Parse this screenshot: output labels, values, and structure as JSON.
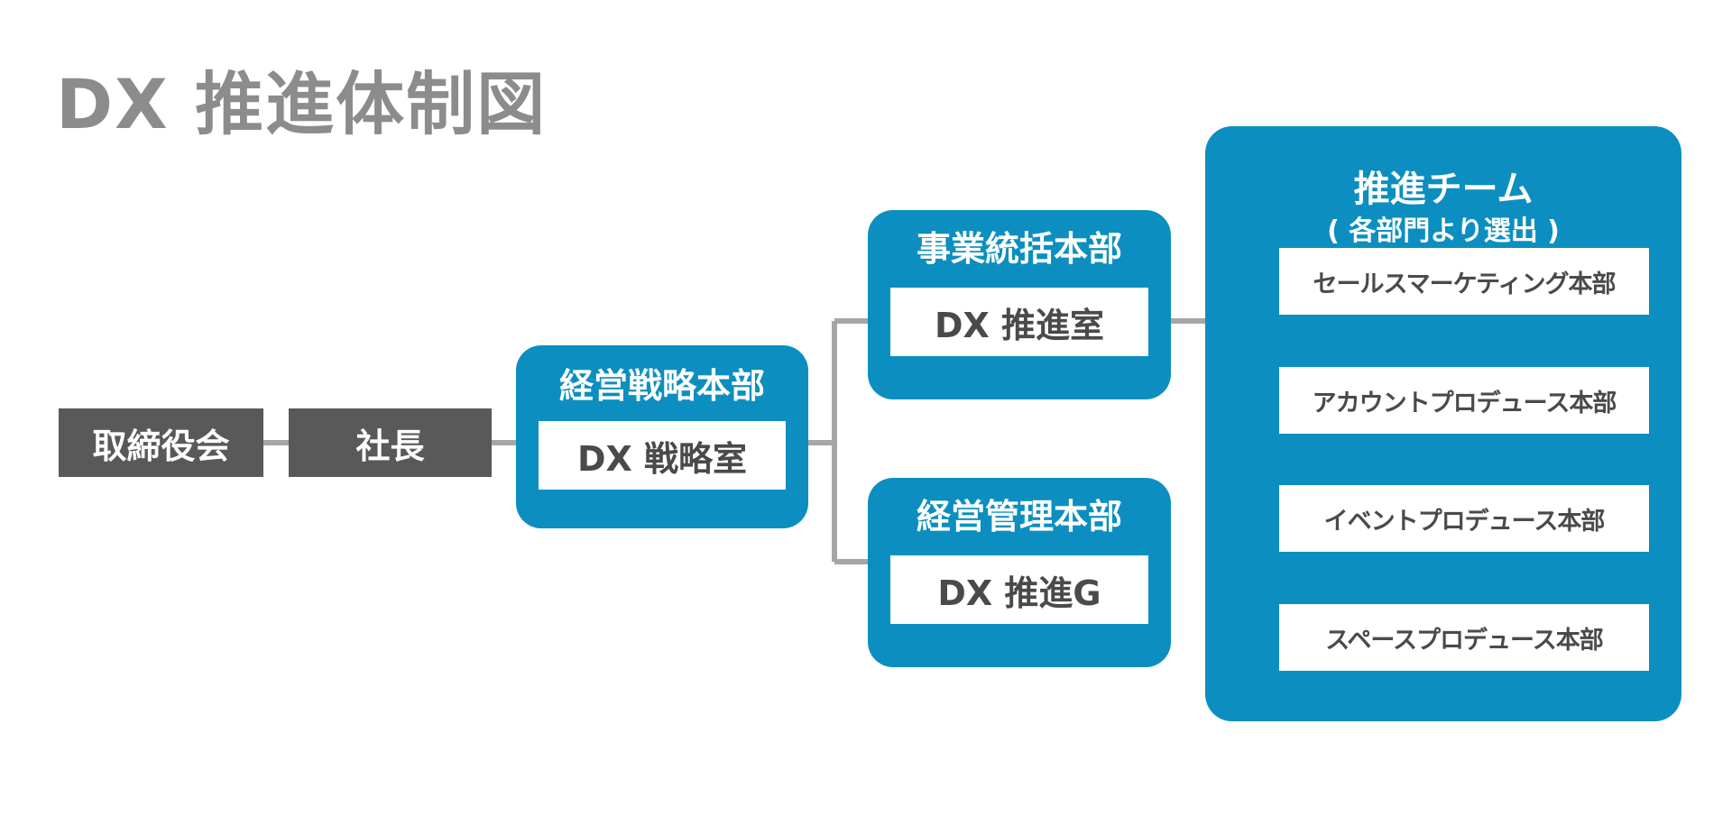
{
  "title": "DX 推進体制図",
  "colors": {
    "accent": "#0c8fc0",
    "gray_box": "#595959",
    "title": "#8c8c8c",
    "line": "#a6a6a6"
  },
  "board": "取締役会",
  "president": "社長",
  "strategy_hq": {
    "name": "経営戦略本部",
    "unit": "DX 戦略室"
  },
  "business_hq": {
    "name": "事業統括本部",
    "unit": "DX 推進室"
  },
  "admin_hq": {
    "name": "経営管理本部",
    "unit": "DX 推進G"
  },
  "team": {
    "title": "推進チーム",
    "subtitle": "( 各部門より選出 )",
    "members": [
      "セールスマーケティング本部",
      "アカウントプロデュース本部",
      "イベントプロデュース本部",
      "スペースプロデュース本部"
    ]
  }
}
